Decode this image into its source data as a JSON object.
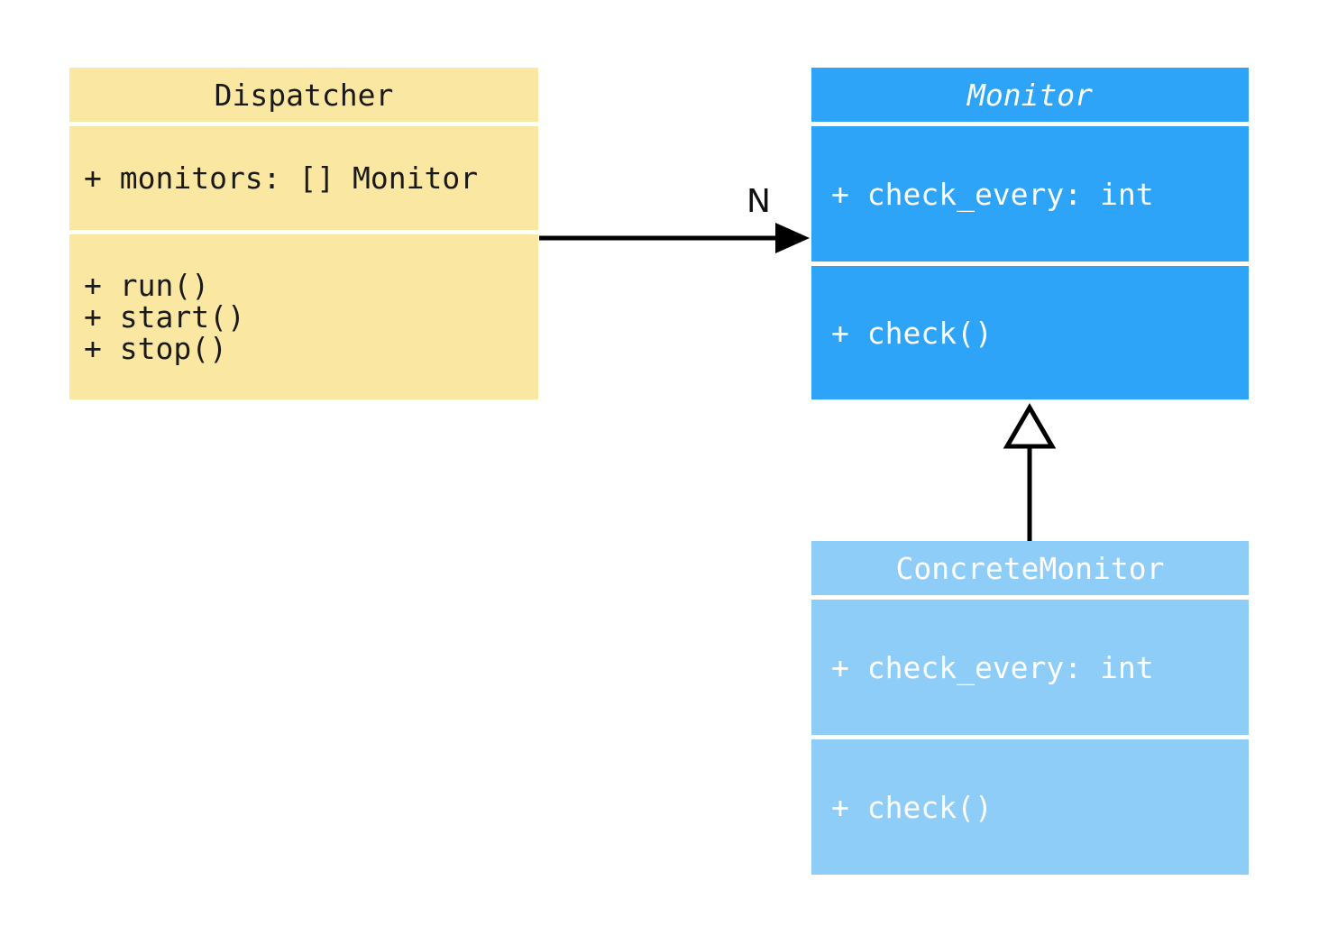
{
  "diagram": {
    "background": "#FFFFFF",
    "classes": [
      {
        "name": "Dispatcher",
        "abstract": false,
        "fill": "#FAE7A2",
        "text_color": "#1A1A1A",
        "attributes": [
          "+ monitors: [] Monitor"
        ],
        "methods": [
          "+ run()",
          "+ start()",
          "+ stop()"
        ]
      },
      {
        "name": "Monitor",
        "abstract": true,
        "fill": "#2EA4F8",
        "text_color": "#FFFFFF",
        "attributes": [
          "+ check_every: int"
        ],
        "methods": [
          "+ check()"
        ]
      },
      {
        "name": "ConcreteMonitor",
        "abstract": false,
        "fill": "#8ECDF8",
        "text_color": "#FFFFFF",
        "attributes": [
          "+ check_every: int"
        ],
        "methods": [
          "+ check()"
        ]
      }
    ],
    "relations": [
      {
        "type": "association",
        "from": "Dispatcher",
        "to": "Monitor",
        "label": "N",
        "arrow_style": "filled-arrowhead",
        "line_color": "#000000"
      },
      {
        "type": "generalization",
        "from": "ConcreteMonitor",
        "to": "Monitor",
        "arrow_style": "hollow-triangle",
        "line_color": "#000000"
      }
    ]
  }
}
